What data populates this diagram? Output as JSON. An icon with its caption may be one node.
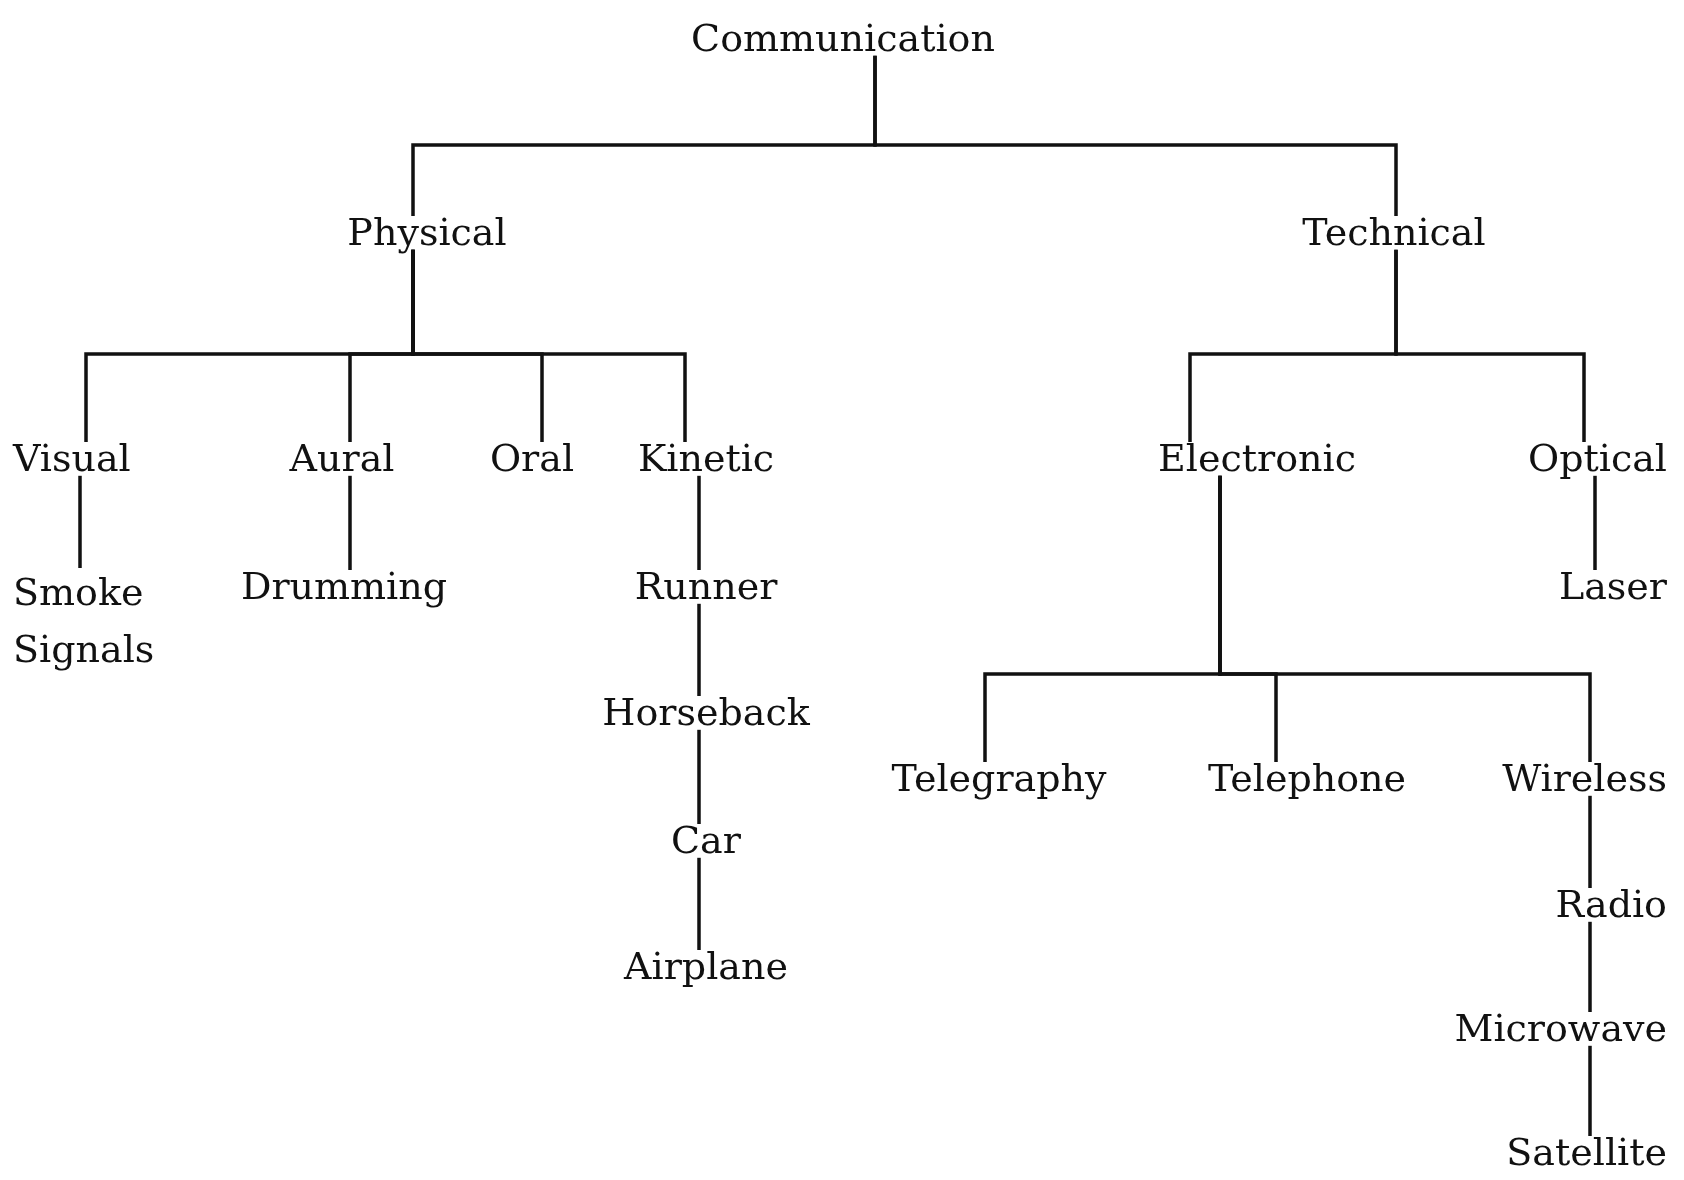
{
  "diagram": {
    "nodes": [
      {
        "text": [
          "Communication"
        ]
      },
      {
        "text": [
          "Physical"
        ]
      },
      {
        "text": [
          "Technical"
        ]
      },
      {
        "text": [
          "Visual"
        ]
      },
      {
        "text": [
          "Aural"
        ]
      },
      {
        "text": [
          "Oral"
        ]
      },
      {
        "text": [
          "Kinetic"
        ]
      },
      {
        "text": [
          "Smoke Signals"
        ]
      },
      {
        "text": [
          "Drumming"
        ]
      },
      {
        "text": [
          "Runner"
        ]
      },
      {
        "text": [
          "Horseback"
        ]
      },
      {
        "text": [
          "Car"
        ]
      },
      {
        "text": [
          "Airplane"
        ]
      },
      {
        "text": [
          "Electronic"
        ]
      },
      {
        "text": [
          "Optical"
        ]
      },
      {
        "text": [
          "Laser"
        ]
      },
      {
        "text": [
          "Telegraphy"
        ]
      },
      {
        "text": [
          "Telephone"
        ]
      },
      {
        "text": [
          "Wireless"
        ]
      },
      {
        "text": [
          "Radio"
        ]
      },
      {
        "text": [
          "Microwave"
        ]
      },
      {
        "text": [
          "Satellite"
        ]
      }
    ],
    "edges": [
      {
        "from": 0,
        "to": 1,
        "arrow": "none"
      },
      {
        "from": 0,
        "to": 2,
        "arrow": "none"
      },
      {
        "from": 1,
        "to": 3,
        "arrow": "none"
      },
      {
        "from": 1,
        "to": 4,
        "arrow": "none"
      },
      {
        "from": 1,
        "to": 5,
        "arrow": "none"
      },
      {
        "from": 1,
        "to": 6,
        "arrow": "none"
      },
      {
        "from": 3,
        "to": 7,
        "arrow": "none"
      },
      {
        "from": 4,
        "to": 8,
        "arrow": "none"
      },
      {
        "from": 6,
        "to": 9,
        "arrow": "none"
      },
      {
        "from": 9,
        "to": 10,
        "arrow": "none"
      },
      {
        "from": 10,
        "to": 11,
        "arrow": "none"
      },
      {
        "from": 11,
        "to": 12,
        "arrow": "none"
      },
      {
        "from": 2,
        "to": 13,
        "arrow": "none"
      },
      {
        "from": 2,
        "to": 14,
        "arrow": "none"
      },
      {
        "from": 14,
        "to": 15,
        "arrow": "none"
      },
      {
        "from": 13,
        "to": 16,
        "arrow": "none"
      },
      {
        "from": 13,
        "to": 17,
        "arrow": "none"
      },
      {
        "from": 13,
        "to": 18,
        "arrow": "none"
      },
      {
        "from": 18,
        "to": 19,
        "arrow": "none"
      },
      {
        "from": 19,
        "to": 20,
        "arrow": "none"
      },
      {
        "from": 20,
        "to": 21,
        "arrow": "none"
      }
    ]
  }
}
